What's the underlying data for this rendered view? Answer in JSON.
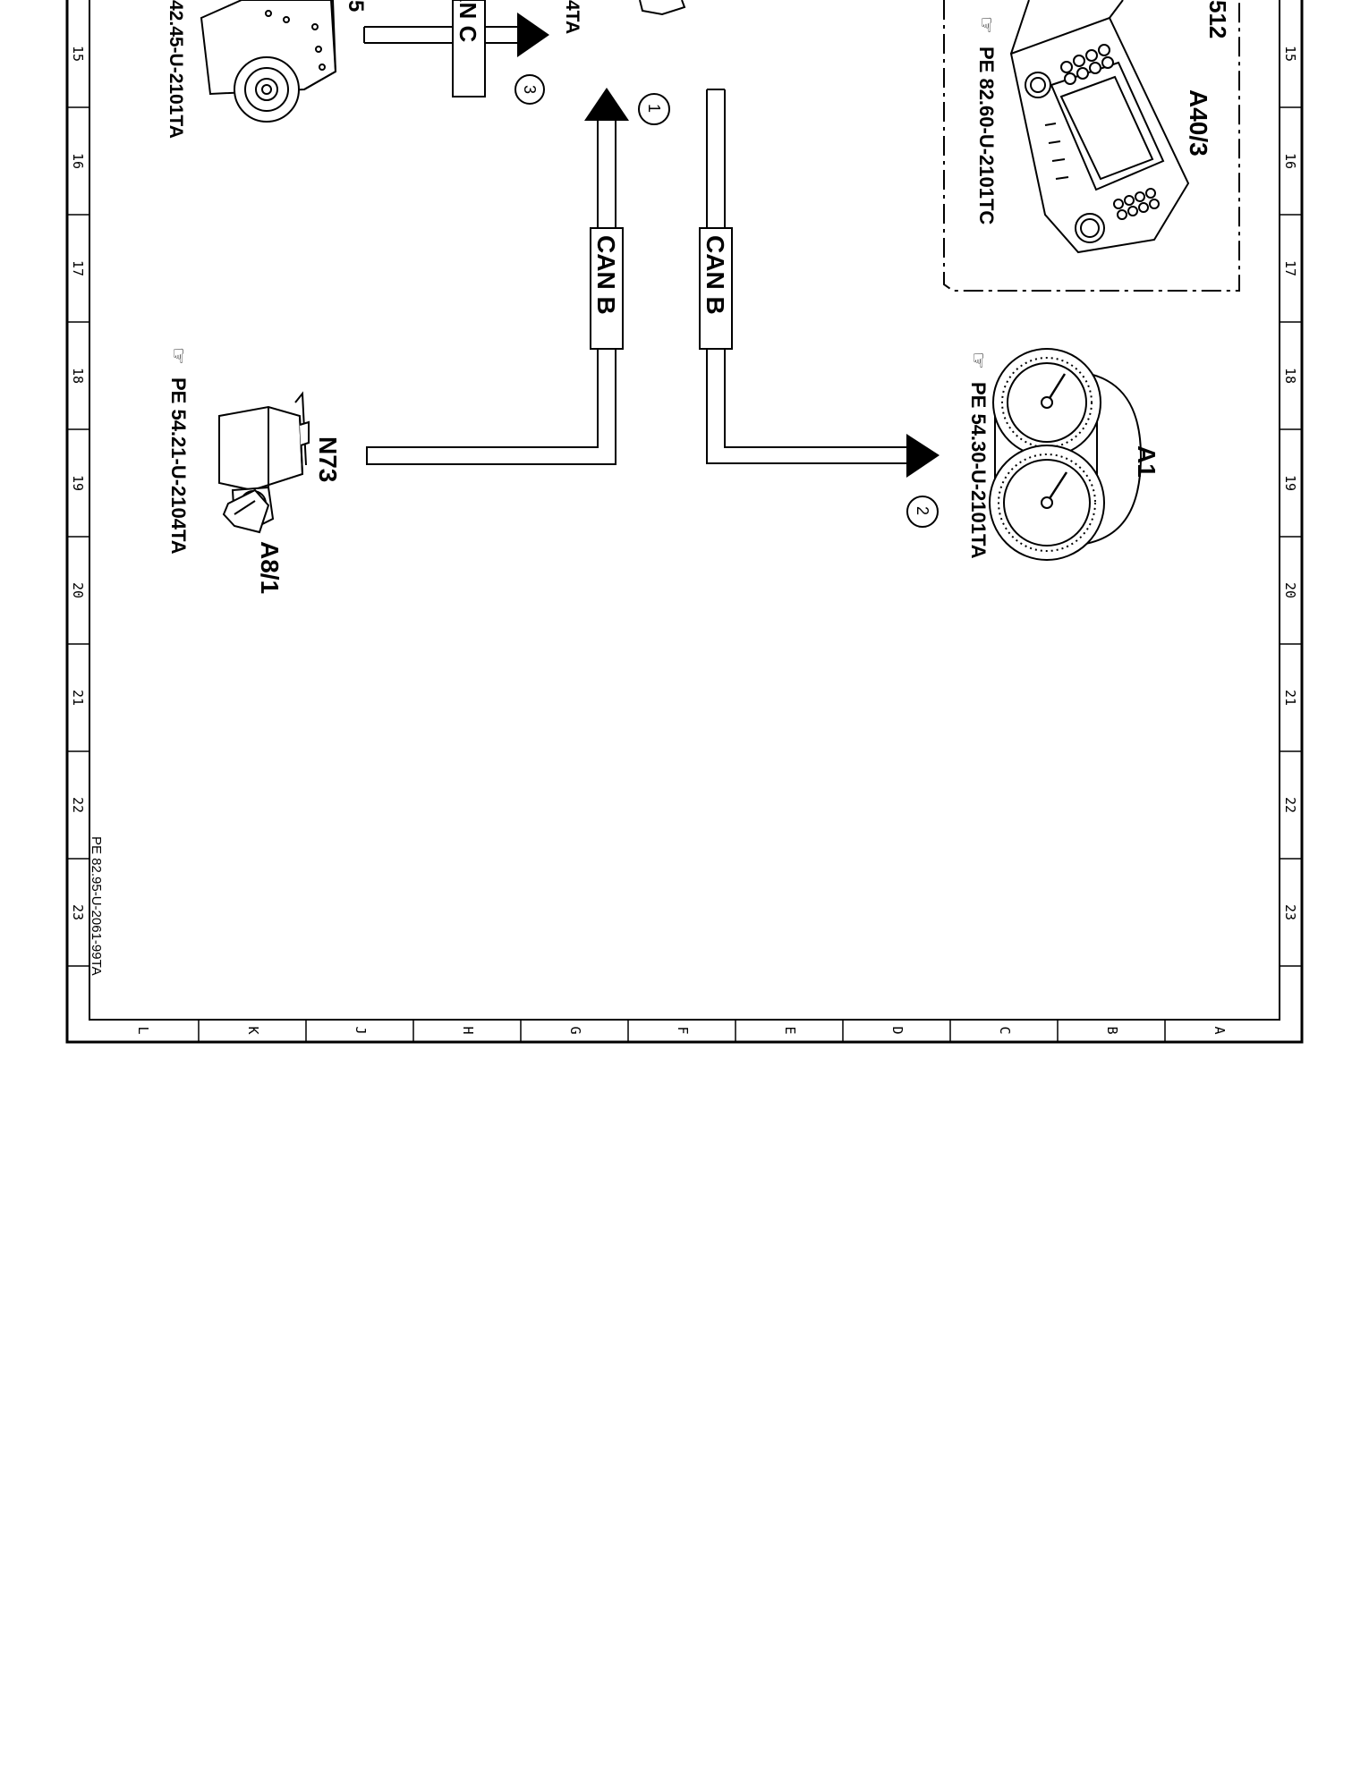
{
  "grid": {
    "row_numbers": [
      "15",
      "16",
      "17",
      "18",
      "19",
      "20",
      "21",
      "22",
      "23"
    ],
    "column_letters": [
      "L",
      "K",
      "J",
      "H",
      "G",
      "F",
      "E",
      "D",
      "C",
      "B",
      "A"
    ]
  },
  "components": {
    "top_left_ref": "42.45-U-2101TA",
    "top_left_partial": "5",
    "top_mid_partial": "4TA",
    "top_right_partial": "512",
    "a40_3": {
      "code": "A40/3",
      "ref": "PE 82.60-U-2101TC"
    },
    "n73": {
      "code": "N73",
      "ref": "PE 54.21-U-2104TA",
      "sub": "A8/1"
    },
    "a1": {
      "code": "A1",
      "ref": "PE 54.30-U-2101TA"
    }
  },
  "bus": {
    "can_c": "CAN C",
    "can_b_left": "CAN B",
    "can_b_right": "CAN B",
    "markers": [
      "1",
      "2",
      "3"
    ]
  },
  "footer": {
    "drawing_id": "PE 82.95-U-2061-99TA"
  }
}
